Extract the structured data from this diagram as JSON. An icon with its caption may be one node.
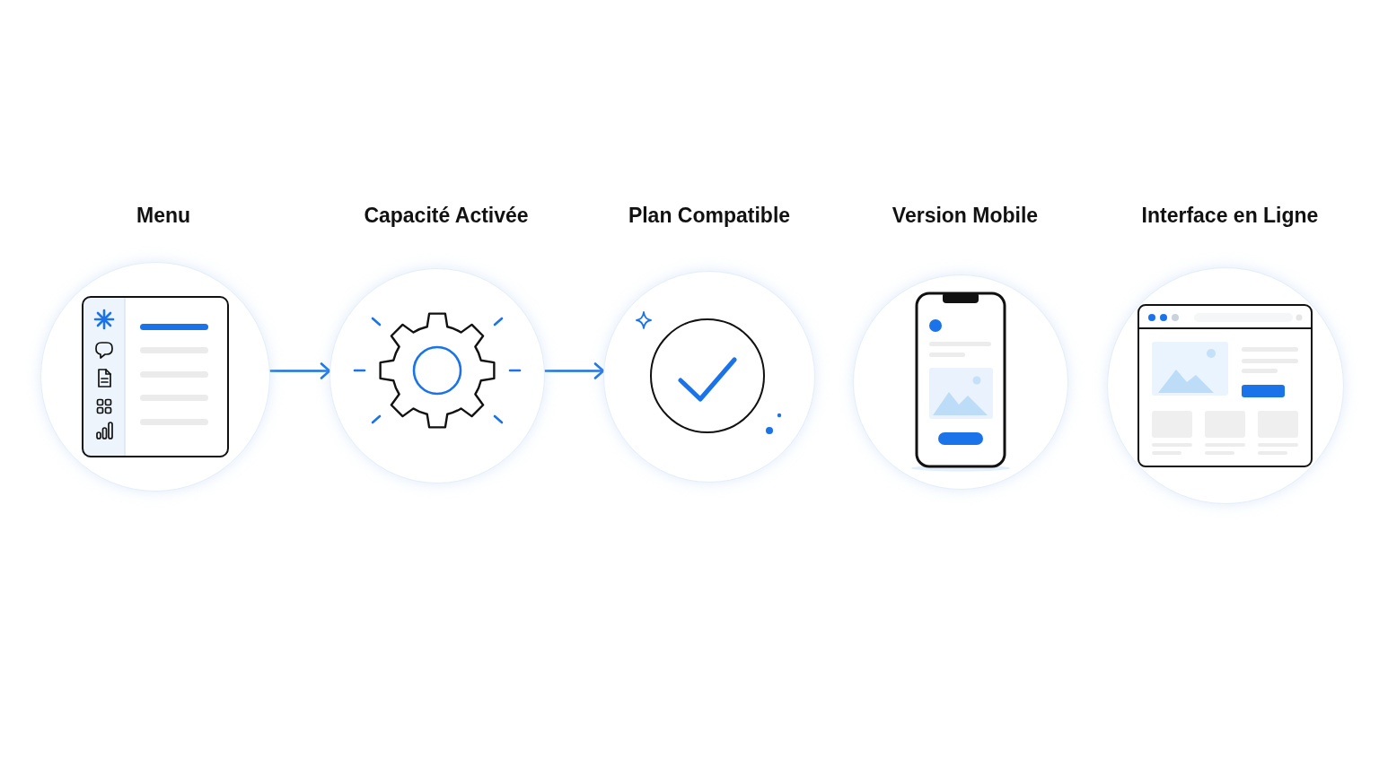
{
  "diagram": {
    "nodes": [
      {
        "text": [
          "Menu"
        ]
      },
      {
        "text": [
          "Capacité Activée"
        ]
      },
      {
        "text": [
          "Plan Compatible"
        ]
      },
      {
        "text": [
          "Version Mobile"
        ]
      },
      {
        "text": [
          "Interface en Ligne"
        ]
      }
    ],
    "edges": [
      {
        "from": 0,
        "to": 1,
        "arrow": "to"
      },
      {
        "from": 1,
        "to": 2,
        "arrow": "to"
      }
    ]
  }
}
